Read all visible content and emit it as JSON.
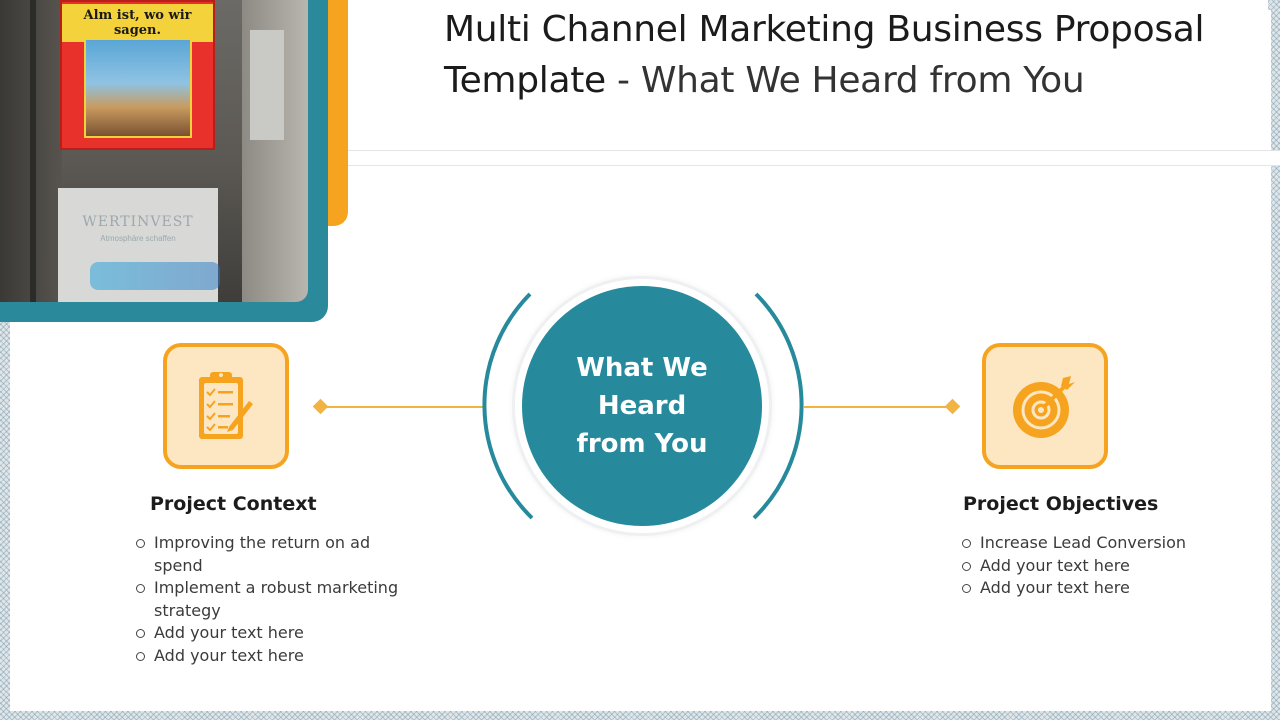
{
  "title": {
    "line_dark": "Multi Channel Marketing Business Proposal Template",
    "line_light": " - What We Heard from You"
  },
  "photo": {
    "poster_text": "Alm ist, wo wir sagen.",
    "hoarding_text": "WERTINVEST",
    "hoarding_subtext": "Atmosphäre schaffen"
  },
  "center": {
    "label": "What We Heard from You"
  },
  "left_section": {
    "title": "Project Context",
    "icon": "clipboard-checklist-icon",
    "items": [
      "Improving the return on ad spend",
      "Implement a robust marketing strategy",
      "Add your text here",
      "Add your text here"
    ]
  },
  "right_section": {
    "title": "Project Objectives",
    "icon": "target-icon",
    "items": [
      "Increase Lead Conversion",
      "Add your text here",
      "Add your text here"
    ]
  },
  "colors": {
    "teal": "#268a9c",
    "orange": "#f6a420",
    "orange_light": "#fde6c2"
  }
}
